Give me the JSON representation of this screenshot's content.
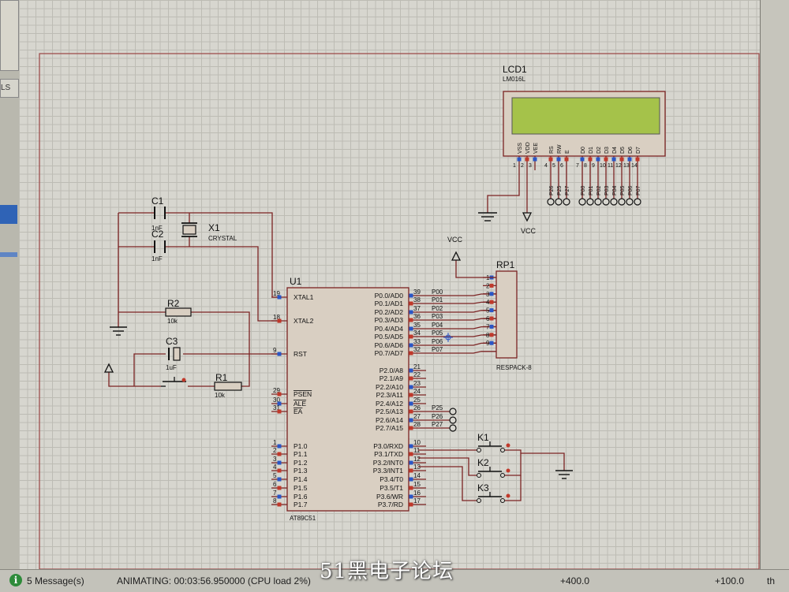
{
  "left_panel": {
    "tab_label": "LS"
  },
  "components": {
    "lcd": {
      "ref": "LCD1",
      "part": "LM016L",
      "pins": [
        "VSS",
        "VDD",
        "VEE",
        "RS",
        "RW",
        "E",
        "D0",
        "D1",
        "D2",
        "D3",
        "D4",
        "D5",
        "D6",
        "D7"
      ],
      "pin_numbers": [
        "1",
        "2",
        "3",
        "4",
        "5",
        "6",
        "7",
        "8",
        "9",
        "10",
        "11",
        "12",
        "13",
        "14"
      ],
      "net_labels": [
        "P26",
        "P25",
        "P27",
        "P00",
        "P01",
        "P02",
        "P03",
        "P04",
        "P05",
        "P06",
        "P07"
      ],
      "vcc_label": "VCC"
    },
    "c1": {
      "ref": "C1",
      "value": "1nF"
    },
    "c2": {
      "ref": "C2",
      "value": "1nF"
    },
    "x1": {
      "ref": "X1",
      "value": "CRYSTAL"
    },
    "r2": {
      "ref": "R2",
      "value": "10k"
    },
    "c3": {
      "ref": "C3",
      "value": "1uF"
    },
    "r1": {
      "ref": "R1",
      "value": "10k"
    },
    "u1": {
      "ref": "U1",
      "part": "AT89C51",
      "left_pins": [
        {
          "num": "19",
          "name": "XTAL1"
        },
        {
          "num": "18",
          "name": "XTAL2"
        },
        {
          "num": "9",
          "name": "RST"
        },
        {
          "num": "29",
          "name": "PSEN"
        },
        {
          "num": "30",
          "name": "ALE"
        },
        {
          "num": "31",
          "name": "EA"
        },
        {
          "num": "1",
          "name": "P1.0"
        },
        {
          "num": "2",
          "name": "P1.1"
        },
        {
          "num": "3",
          "name": "P1.2"
        },
        {
          "num": "4",
          "name": "P1.3"
        },
        {
          "num": "5",
          "name": "P1.4"
        },
        {
          "num": "6",
          "name": "P1.5"
        },
        {
          "num": "7",
          "name": "P1.6"
        },
        {
          "num": "8",
          "name": "P1.7"
        }
      ],
      "right_pins": [
        {
          "num": "39",
          "name": "P0.0/AD0",
          "net": "P00"
        },
        {
          "num": "38",
          "name": "P0.1/AD1",
          "net": "P01"
        },
        {
          "num": "37",
          "name": "P0.2/AD2",
          "net": "P02"
        },
        {
          "num": "36",
          "name": "P0.3/AD3",
          "net": "P03"
        },
        {
          "num": "35",
          "name": "P0.4/AD4",
          "net": "P04"
        },
        {
          "num": "34",
          "name": "P0.5/AD5",
          "net": "P05"
        },
        {
          "num": "33",
          "name": "P0.6/AD6",
          "net": "P06"
        },
        {
          "num": "32",
          "name": "P0.7/AD7",
          "net": "P07"
        },
        {
          "num": "21",
          "name": "P2.0/A8",
          "net": ""
        },
        {
          "num": "22",
          "name": "P2.1/A9",
          "net": ""
        },
        {
          "num": "23",
          "name": "P2.2/A10",
          "net": ""
        },
        {
          "num": "24",
          "name": "P2.3/A11",
          "net": ""
        },
        {
          "num": "25",
          "name": "P2.4/A12",
          "net": ""
        },
        {
          "num": "26",
          "name": "P2.5/A13",
          "net": "P25"
        },
        {
          "num": "27",
          "name": "P2.6/A14",
          "net": "P26"
        },
        {
          "num": "28",
          "name": "P2.7/A15",
          "net": "P27"
        },
        {
          "num": "10",
          "name": "P3.0/RXD",
          "net": ""
        },
        {
          "num": "11",
          "name": "P3.1/TXD",
          "net": ""
        },
        {
          "num": "12",
          "name": "P3.2/INT0",
          "net": ""
        },
        {
          "num": "13",
          "name": "P3.3/INT1",
          "net": ""
        },
        {
          "num": "14",
          "name": "P3.4/T0",
          "net": ""
        },
        {
          "num": "15",
          "name": "P3.5/T1",
          "net": ""
        },
        {
          "num": "16",
          "name": "P3.6/WR",
          "net": ""
        },
        {
          "num": "17",
          "name": "P3.7/RD",
          "net": ""
        }
      ]
    },
    "rp1": {
      "ref": "RP1",
      "part": "RESPACK-8",
      "pin_numbers": [
        "1",
        "2",
        "3",
        "4",
        "5",
        "6",
        "7",
        "8",
        "9"
      ],
      "vcc_label": "VCC"
    },
    "keys": [
      "K1",
      "K2",
      "K3"
    ]
  },
  "status": {
    "info_icon": "info-icon",
    "messages": "5 Message(s)",
    "animation": "ANIMATING: 00:03:56.950000 (CPU load 2%)",
    "coord_x": "+400.0",
    "coord_y": "+100.0",
    "unit": "th"
  },
  "watermark": "51黑电子论坛",
  "colors": {
    "wire": "#7b2323",
    "body_outline": "#7b2323",
    "body_fill": "#d9cfc2",
    "lcd_screen": "#a5c24a",
    "pin_blue": "#2a56c6",
    "pin_red": "#c0392b"
  }
}
